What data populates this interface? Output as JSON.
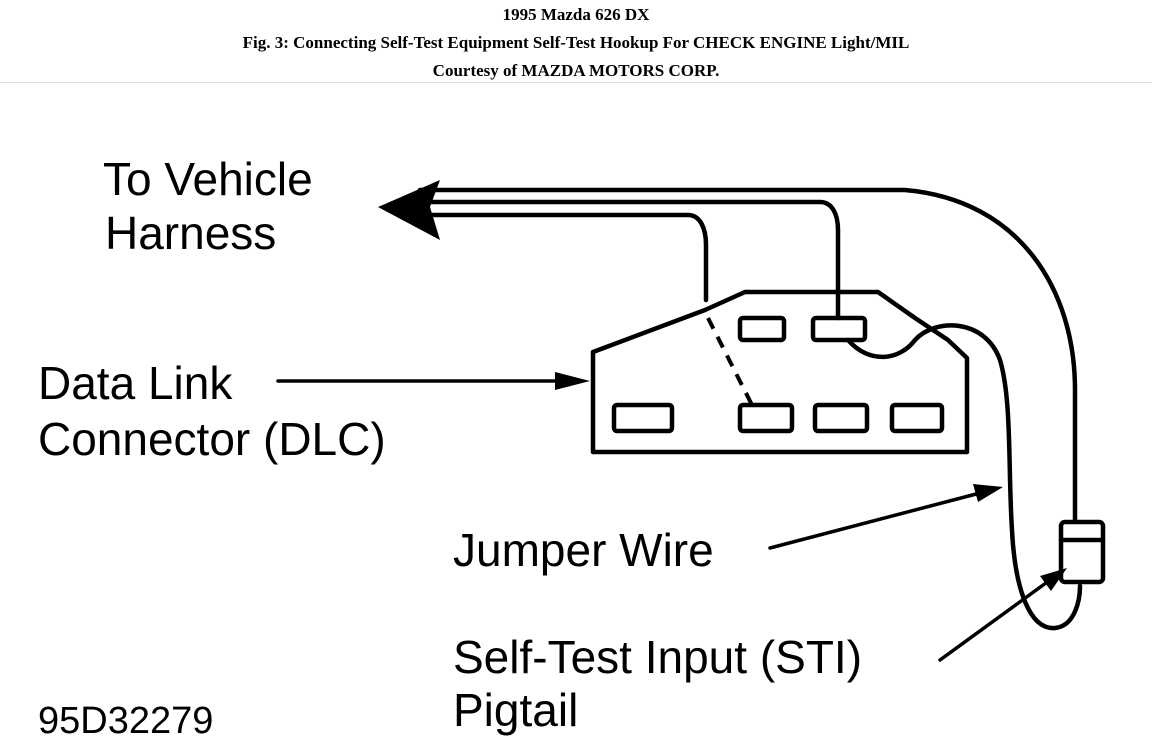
{
  "header": {
    "title": "1995 Mazda 626 DX",
    "figure_caption": "Fig. 3: Connecting Self-Test Equipment Self-Test Hookup For CHECK ENGINE Light/MIL",
    "courtesy": "Courtesy of MAZDA MOTORS CORP."
  },
  "diagram": {
    "labels": {
      "vehicle_harness_line1": "To Vehicle",
      "vehicle_harness_line2": "Harness",
      "dlc_line1": "Data Link",
      "dlc_line2": "Connector (DLC)",
      "jumper_wire": "Jumper Wire",
      "sti_line1": "Self-Test Input (STI)",
      "sti_line2": "Pigtail",
      "figure_code": "95D32279"
    },
    "colors": {
      "ink": "#000000",
      "background": "#ffffff"
    }
  }
}
